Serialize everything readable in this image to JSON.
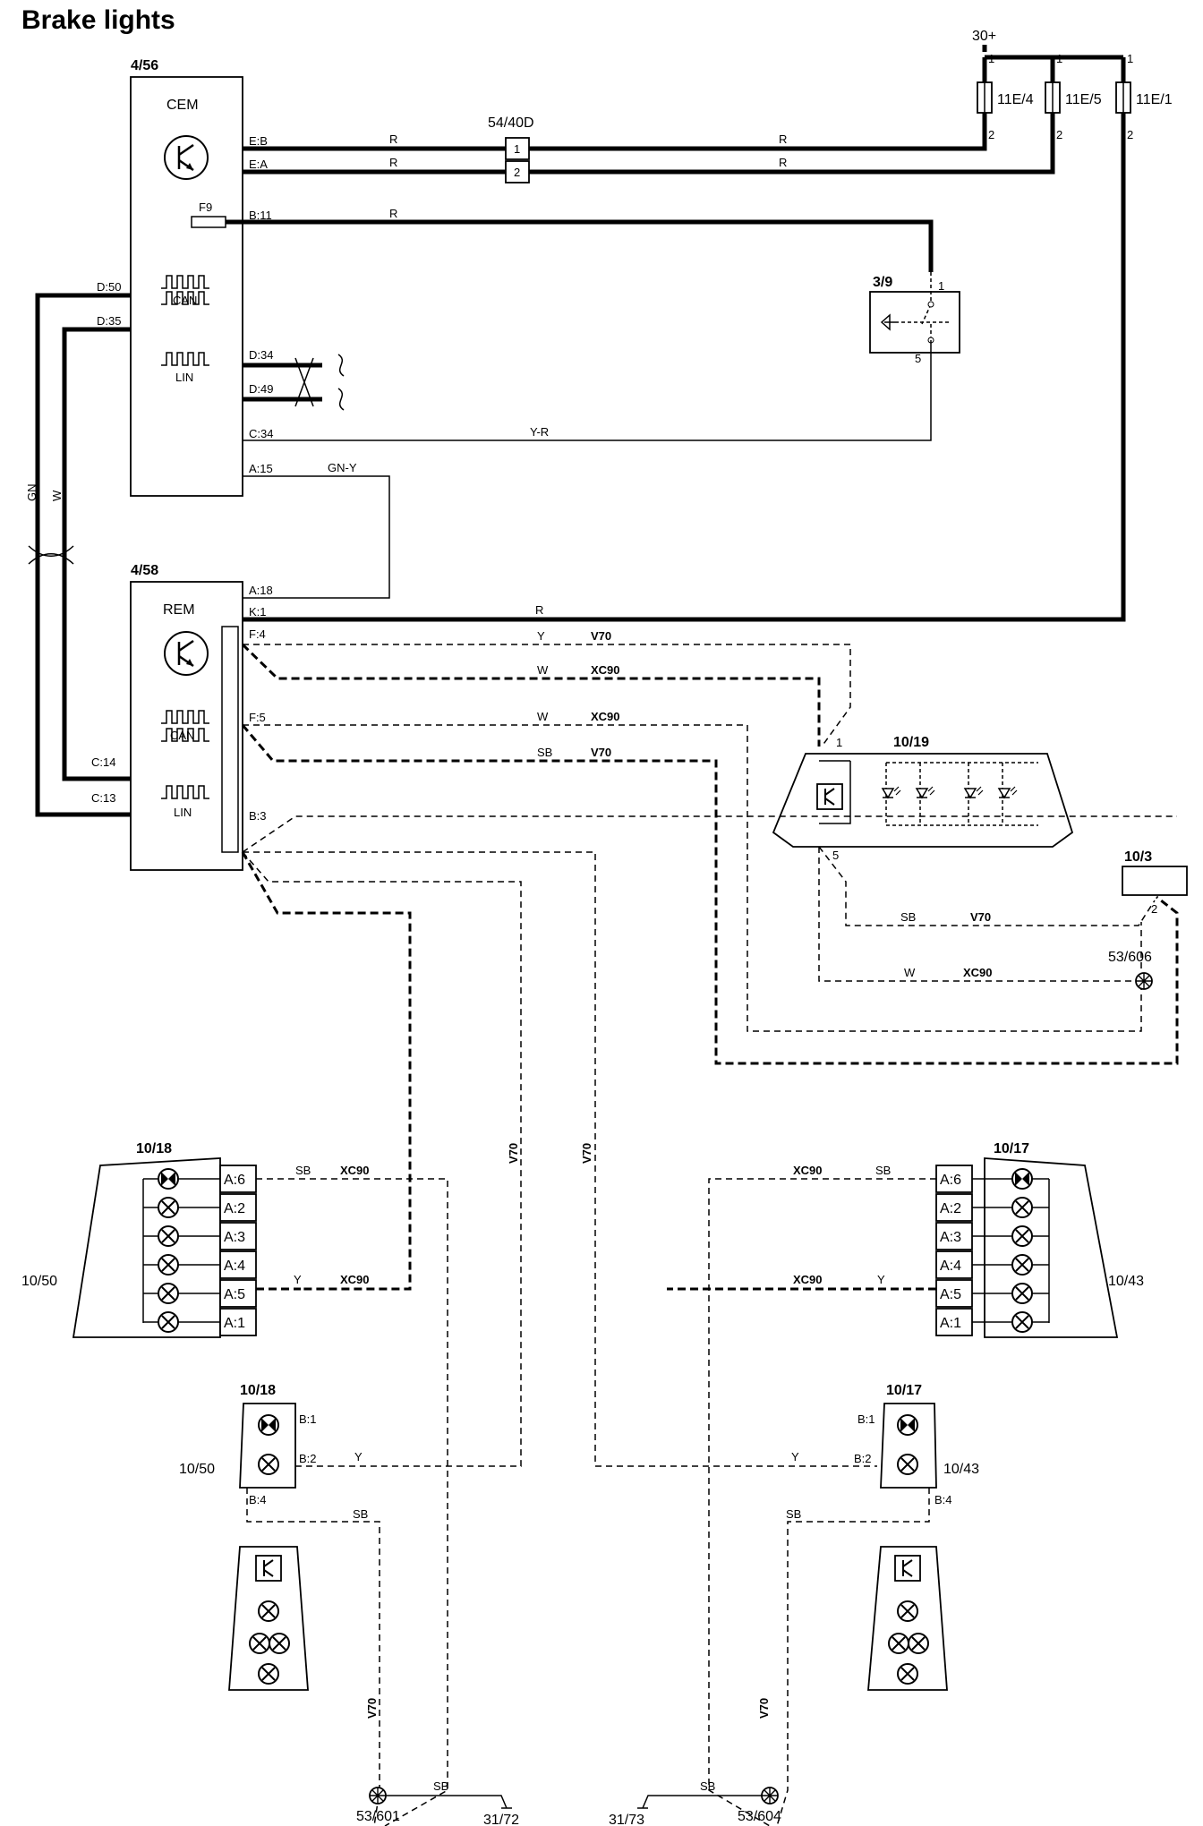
{
  "title": "Brake lights",
  "supply": {
    "label": "30+",
    "fuses": [
      "11E/4",
      "11E/5",
      "11E/1"
    ],
    "pin_top": "1",
    "pin_bottom": "2"
  },
  "cem": {
    "id": "4/56",
    "name": "CEM",
    "fuse": "F9",
    "can": "CAN",
    "lin": "LIN",
    "pins": [
      "E:B",
      "E:A",
      "B:11",
      "D:50",
      "D:35",
      "D:34",
      "D:49",
      "C:34",
      "A:15"
    ]
  },
  "rem": {
    "id": "4/58",
    "name": "REM",
    "can": "CAN",
    "lin": "LIN",
    "pins": [
      "A:18",
      "K:1",
      "F:4",
      "F:5",
      "B:3",
      "C:14",
      "C:13"
    ]
  },
  "connector": {
    "id": "54/40D",
    "pins": [
      "1",
      "2"
    ]
  },
  "switch": {
    "id": "3/9",
    "pin1": "1",
    "pin5": "5"
  },
  "high_brake": {
    "id": "10/19",
    "pin1": "1",
    "pin5": "5"
  },
  "comp_10_3": {
    "id": "10/3",
    "pin": "2"
  },
  "grounds": {
    "g606": "53/606",
    "g601": "53/601",
    "g604": "53/604",
    "e72": "31/72",
    "e73": "31/73"
  },
  "wires": {
    "R": "R",
    "YR": "Y-R",
    "GNY": "GN-Y",
    "GN": "GN",
    "W": "W",
    "Y": "Y",
    "SB": "SB"
  },
  "variants": {
    "v70": "V70",
    "xc90": "XC90"
  },
  "left_upper": {
    "id": "10/18",
    "side": "10/50",
    "pins": [
      "A:6",
      "A:2",
      "A:3",
      "A:4",
      "A:5",
      "A:1"
    ]
  },
  "right_upper": {
    "id": "10/17",
    "side": "10/43",
    "pins": [
      "A:6",
      "A:2",
      "A:3",
      "A:4",
      "A:5",
      "A:1"
    ]
  },
  "left_lower": {
    "id": "10/18",
    "side": "10/50",
    "pins": [
      "B:1",
      "B:2",
      "B:4"
    ]
  },
  "right_lower": {
    "id": "10/17",
    "side": "10/43",
    "pins": [
      "B:1",
      "B:2",
      "B:4"
    ]
  }
}
